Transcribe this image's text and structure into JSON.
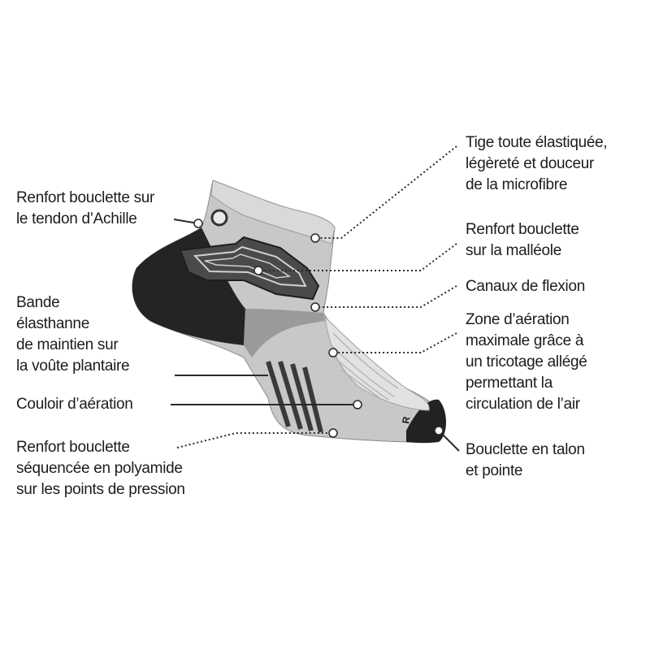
{
  "labels": {
    "tige": [
      "Tige toute élastiquée,",
      "légèreté et douceur",
      "de la microfibre"
    ],
    "malleole": [
      "Renfort bouclette",
      "sur la malléole"
    ],
    "canaux": [
      "Canaux de flexion"
    ],
    "zone": [
      "Zone d’aération",
      "maximale grâce à",
      "un tricotage allégé",
      "permettant la",
      "circulation de l’air"
    ],
    "talon_pointe": [
      "Bouclette en talon",
      "et pointe"
    ],
    "achille": [
      "Renfort bouclette sur",
      "le tendon d’Achille"
    ],
    "bande": [
      "Bande",
      "élasthanne",
      "de maintien sur",
      "la voûte plantaire"
    ],
    "couloir": [
      "Couloir d’aération"
    ],
    "pression": [
      "Renfort bouclette",
      "séquencée en polyamide",
      "sur les points de pression"
    ]
  },
  "colors": {
    "text": "#1c1c1c",
    "leader": "#2a2a2a",
    "sock_light": "#c9c9c9",
    "sock_dark": "#232323",
    "marker": "#ffffff"
  }
}
